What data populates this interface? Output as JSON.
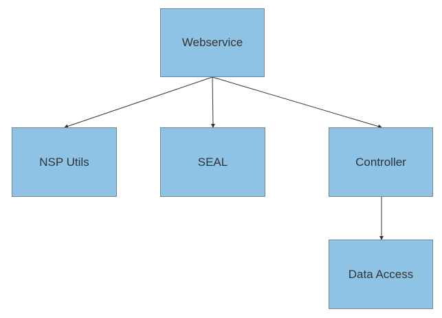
{
  "diagram": {
    "nodes": {
      "webservice": "Webservice",
      "nsp_utils": "NSP Utils",
      "seal": "SEAL",
      "controller": "Controller",
      "data_access": "Data Access"
    },
    "edges": [
      {
        "from": "webservice",
        "to": "nsp_utils"
      },
      {
        "from": "webservice",
        "to": "seal"
      },
      {
        "from": "webservice",
        "to": "controller"
      },
      {
        "from": "controller",
        "to": "data_access"
      }
    ],
    "colors": {
      "node_fill": "#8ec3e6",
      "node_border": "#6f8797",
      "edge": "#333333",
      "text": "#333333"
    }
  }
}
